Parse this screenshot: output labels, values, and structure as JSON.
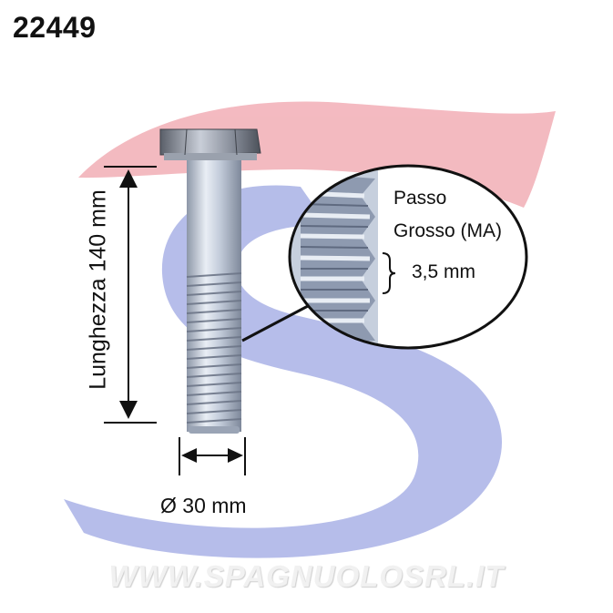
{
  "product": {
    "code": "22449"
  },
  "dimensions": {
    "length_label": "Lunghezza 140 mm",
    "diameter_label": "Ø 30 mm"
  },
  "thread": {
    "pitch_line1": "Passo",
    "pitch_line2": "Grosso (MA)",
    "pitch_value": "3,5 mm"
  },
  "watermark": {
    "text": "WWW.SPAGNUOLOSRL.IT"
  },
  "colors": {
    "logo_red": "#f2aeb6",
    "logo_blue": "#a9b2e6",
    "zinc": "#b8c3d4",
    "ink": "#111111"
  }
}
